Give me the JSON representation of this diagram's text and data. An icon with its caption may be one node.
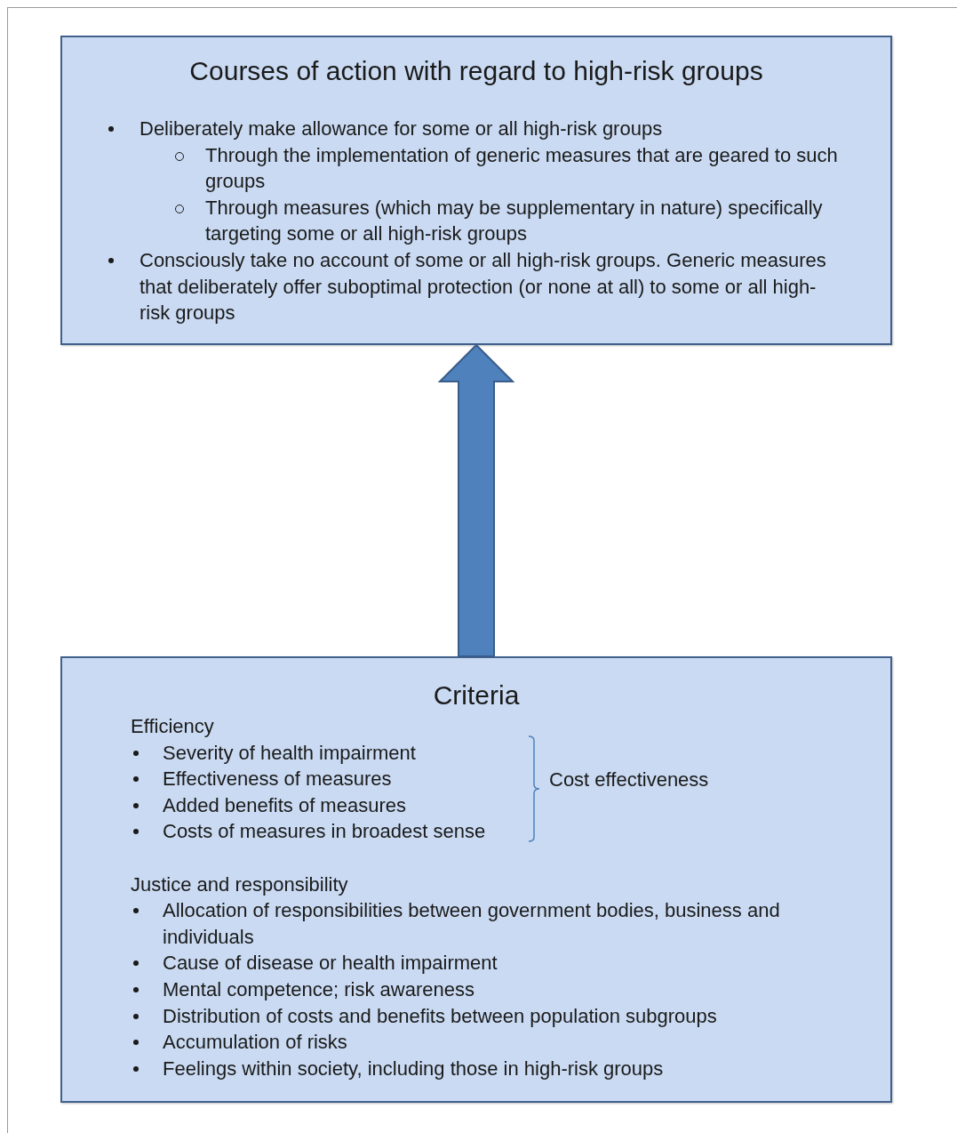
{
  "diagram": {
    "nodes": [
      {
        "text": [
          "Courses of action with regard to high-risk groups",
          "Deliberately make allowance for some or all high-risk groups",
          "Through the implementation of generic measures that are geared to such groups",
          "Through measures (which may be supplementary in nature) specifically targeting some or all high-risk groups",
          "Consciously take no account of some or all high-risk groups. Generic measures  that deliberately offer suboptimal protection (or none at all) to some or all high-risk groups"
        ]
      },
      {
        "text": [
          "Criteria",
          "Efficiency",
          "Severity of health impairment",
          "Effectiveness of measures",
          "Cost effectiveness",
          "Added benefits of measures",
          "Costs of measures in broadest sense",
          "Justice and responsibility",
          "Allocation of responsibilities between government bodies, business and individuals",
          "Cause of disease or health impairment",
          "Mental competence; risk awareness",
          "Distribution of costs and benefits between population subgroups",
          "Accumulation of risks",
          "Feelings within society, including those in high-risk groups"
        ]
      }
    ],
    "edges": [
      {
        "from": 1,
        "to": 0,
        "arrow": "to",
        "style": "thick"
      }
    ]
  }
}
